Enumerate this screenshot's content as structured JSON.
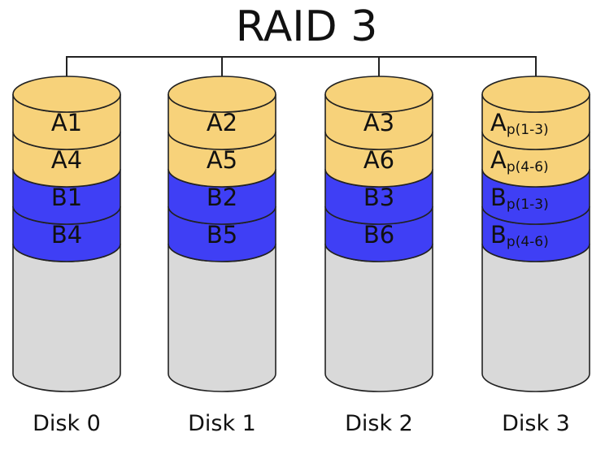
{
  "title": "RAID 3",
  "colors": {
    "a_stripe": "#f7d27a",
    "b_stripe": "#3f3ff5",
    "empty": "#d9d9d9",
    "outline": "#222222",
    "connector": "#333333"
  },
  "disks": [
    {
      "label": "Disk 0",
      "blocks": [
        {
          "main": "A1",
          "sub": "",
          "group": "A"
        },
        {
          "main": "A4",
          "sub": "",
          "group": "A"
        },
        {
          "main": "B1",
          "sub": "",
          "group": "B"
        },
        {
          "main": "B4",
          "sub": "",
          "group": "B"
        }
      ]
    },
    {
      "label": "Disk 1",
      "blocks": [
        {
          "main": "A2",
          "sub": "",
          "group": "A"
        },
        {
          "main": "A5",
          "sub": "",
          "group": "A"
        },
        {
          "main": "B2",
          "sub": "",
          "group": "B"
        },
        {
          "main": "B5",
          "sub": "",
          "group": "B"
        }
      ]
    },
    {
      "label": "Disk 2",
      "blocks": [
        {
          "main": "A3",
          "sub": "",
          "group": "A"
        },
        {
          "main": "A6",
          "sub": "",
          "group": "A"
        },
        {
          "main": "B3",
          "sub": "",
          "group": "B"
        },
        {
          "main": "B6",
          "sub": "",
          "group": "B"
        }
      ]
    },
    {
      "label": "Disk 3",
      "blocks": [
        {
          "main": "A",
          "sub": "p(1-3)",
          "group": "A"
        },
        {
          "main": "A",
          "sub": "p(4-6)",
          "group": "A"
        },
        {
          "main": "B",
          "sub": "p(1-3)",
          "group": "B"
        },
        {
          "main": "B",
          "sub": "p(4-6)",
          "group": "B"
        }
      ]
    }
  ]
}
